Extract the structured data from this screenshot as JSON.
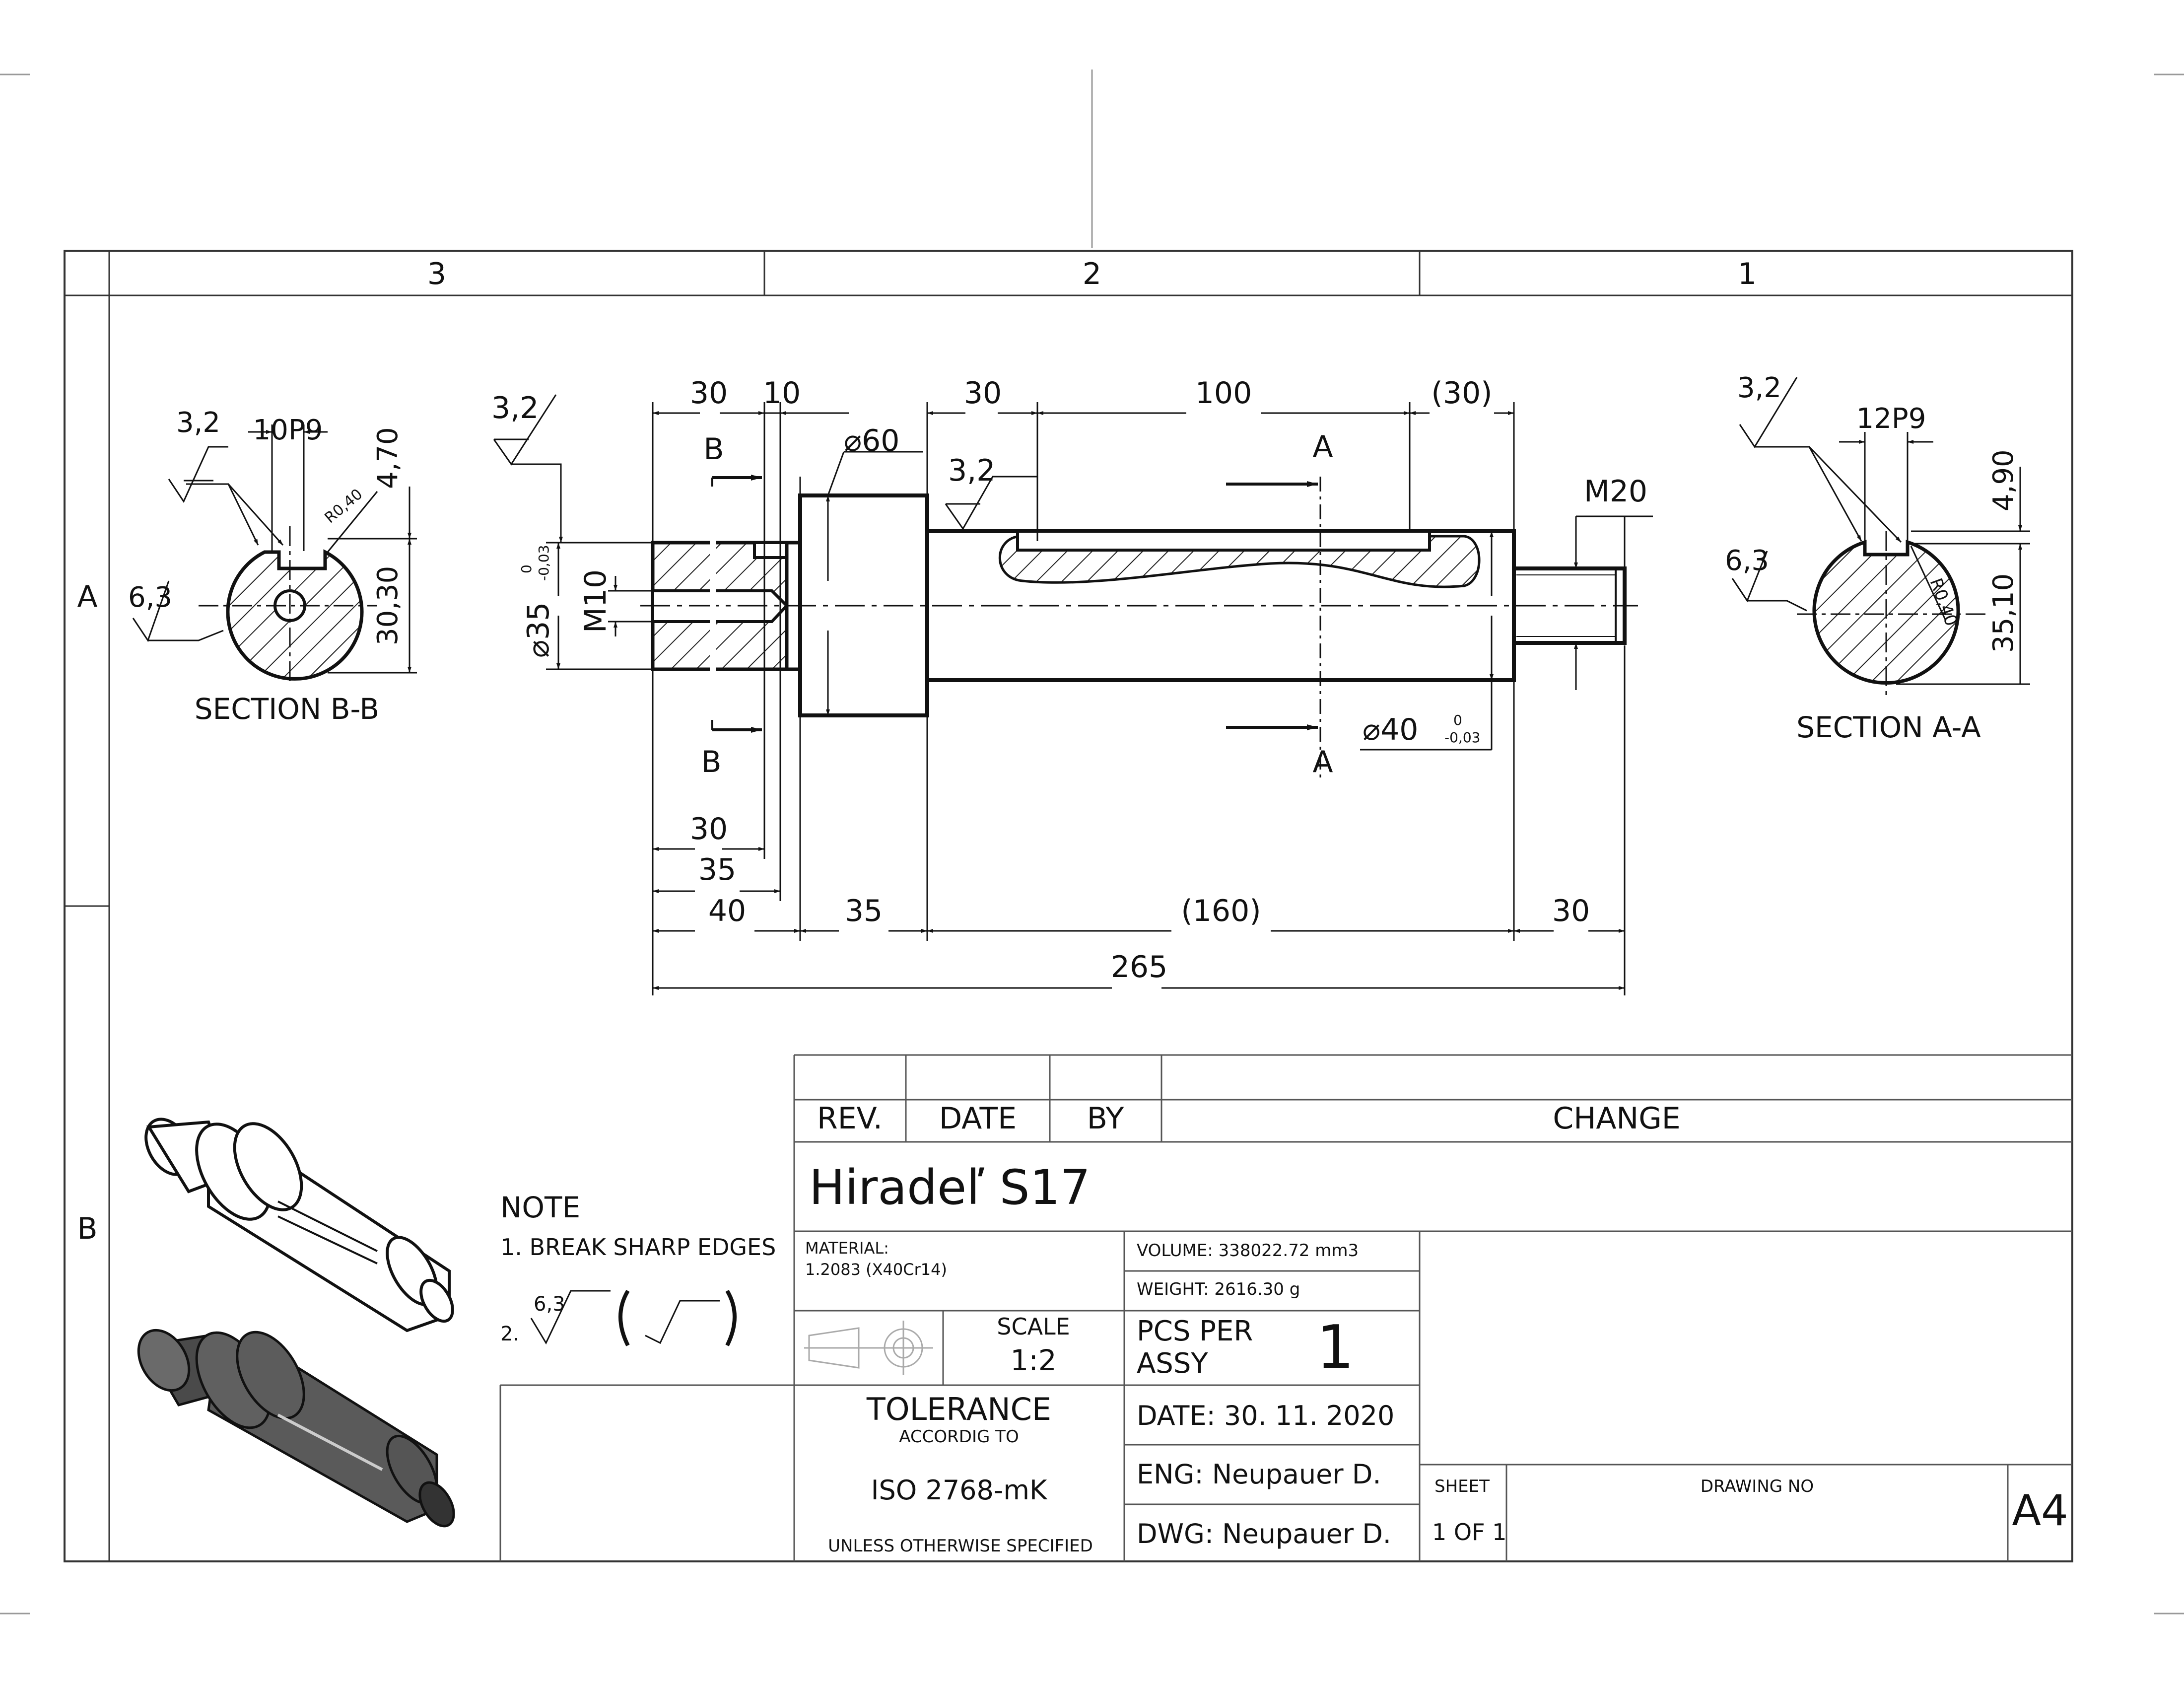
{
  "zones": {
    "cols": [
      "3",
      "2",
      "1"
    ],
    "rows": [
      "A",
      "B"
    ]
  },
  "section_b": {
    "title": "SECTION B-B",
    "roughness_top": "3,2",
    "keyway": "10P9",
    "radius": "R0,40",
    "depth": "4,70",
    "height": "30,30",
    "roughness_side": "6,3"
  },
  "section_a": {
    "title": "SECTION A-A",
    "roughness_top": "3,2",
    "keyway": "12P9",
    "radius": "R0,40",
    "depth": "4,90",
    "height": "35,10",
    "roughness_side": "6,3"
  },
  "main_view": {
    "roughness_left": "3,2",
    "roughness_mid": "3,2",
    "dim_top": [
      "30",
      "10",
      "30",
      "100",
      "(30)"
    ],
    "dia_60": "⌀60",
    "dia_35": "⌀35",
    "tol_35_upper": "0",
    "tol_35_lower": "-0,03",
    "m10": "M10",
    "m20": "M20",
    "dia_40": "⌀40",
    "tol_40_upper": "0",
    "tol_40_lower": "-0,03",
    "cut_b": "B",
    "cut_a": "A",
    "dim_bottom_a": "30",
    "dim_bottom_b": "35",
    "dim_bottom_row": [
      "40",
      "35",
      "(160)",
      "30"
    ],
    "dim_total": "265"
  },
  "notes": {
    "title": "NOTE",
    "item1": "1. BREAK SHARP EDGES",
    "item2_num": "2.",
    "item2_val": "6,3"
  },
  "revision": {
    "rev": "REV.",
    "date": "DATE",
    "by": "BY",
    "change": "CHANGE"
  },
  "title_block": {
    "title": "Hiradeľ S17",
    "material_label": "MATERIAL:",
    "material_value": "1.2083 (X40Cr14)",
    "volume": "VOLUME: 338022.72 mm3",
    "weight": "WEIGHT: 2616.30 g",
    "scale_label": "SCALE",
    "scale_value": "1:2",
    "pcs_label_1": "PCS PER",
    "pcs_label_2": "ASSY",
    "pcs_value": "1",
    "tolerance": "TOLERANCE",
    "accordig": "ACCORDIG TO",
    "iso": "ISO 2768-mK",
    "unless": "UNLESS OTHERWISE SPECIFIED",
    "date": "DATE: 30. 11. 2020",
    "eng": "ENG: Neupauer D.",
    "dwg": "DWG: Neupauer D.",
    "sheet_label": "SHEET",
    "sheet_value": "1 OF 1",
    "drawing_no_label": "DRAWING NO",
    "size": "A4"
  }
}
